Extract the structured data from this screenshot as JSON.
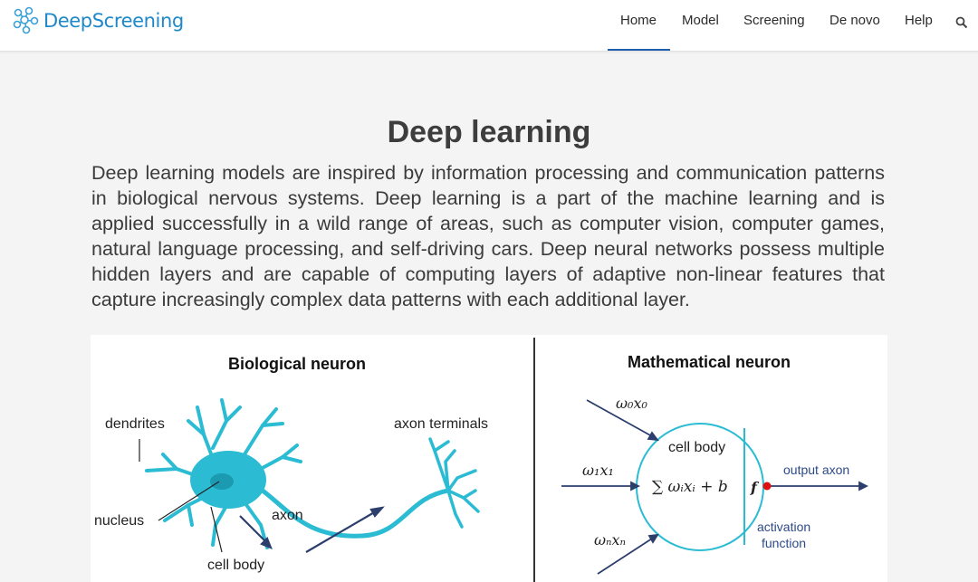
{
  "header": {
    "logo_text": "DeepScreening",
    "nav": [
      "Home",
      "Model",
      "Screening",
      "De novo",
      "Help"
    ],
    "active_nav": "Home"
  },
  "main": {
    "title": "Deep learning",
    "paragraph": "Deep learning models are inspired by information processing and communication patterns in biological nervous systems. Deep learning is a part of the machine learning and is applied successfully in a wild range of areas, such as computer vision, computer games, natural language processing, and self-driving cars. Deep neural networks possess multiple hidden layers and are capable of computing layers of adaptive non-linear features that capture increasingly complex data patterns with each additional layer."
  },
  "figure": {
    "bio": {
      "title": "Biological neuron",
      "dendrites": "dendrites",
      "nucleus": "nucleus",
      "cell_body": "cell body",
      "axon": "axon",
      "axon_terminals": "axon terminals"
    },
    "math": {
      "title": "Mathematical neuron",
      "w0x0": "ω₀x₀",
      "w1x1": "ω₁x₁",
      "wnxn": "ωₙxₙ",
      "cell_body": "cell body",
      "sum": "∑ ωᵢxᵢ + b",
      "f": "f",
      "output_axon": "output axon",
      "activation_line1": "activation",
      "activation_line2": "function"
    }
  },
  "colors": {
    "brand": "#1e88c8",
    "neuron": "#2bbcd4",
    "arrow": "#2c3e6b",
    "active_underline": "#1f5fae",
    "output_dot": "#e01010"
  },
  "icons": [
    "logo-molecule-icon",
    "search-icon"
  ]
}
